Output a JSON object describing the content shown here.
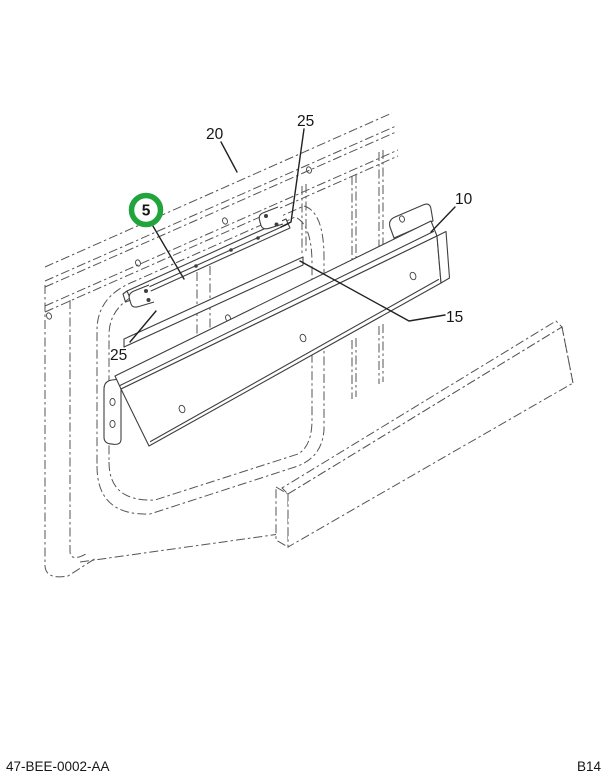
{
  "diagram": {
    "title_hidden": "",
    "callouts": {
      "c20": "20",
      "c25_top": "25",
      "c5": "5",
      "c10": "10",
      "c15": "15",
      "c25_bottom": "25"
    },
    "footer": {
      "left_code": "47-BEE-0002-AA",
      "right_code": "B14"
    },
    "colors": {
      "highlight_green": "#22A43C",
      "line": "#3F3F3F",
      "phantom": "#555555",
      "text": "#161616"
    }
  }
}
